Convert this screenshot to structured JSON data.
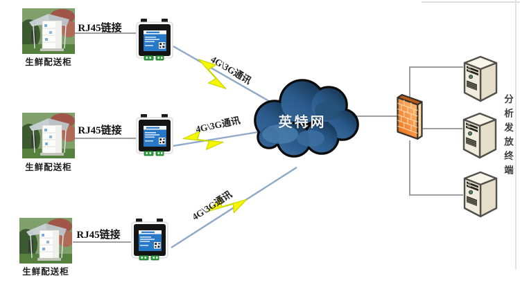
{
  "diagram": {
    "cabinets": [
      {
        "label": "生鲜配送柜"
      },
      {
        "label": "生鲜配送柜"
      },
      {
        "label": "生鲜配送柜"
      }
    ],
    "rj45_links": [
      {
        "label": "RJ45链接"
      },
      {
        "label": "RJ45链接"
      },
      {
        "label": "RJ45链接"
      }
    ],
    "wireless_links": [
      {
        "label": "4G\\3G通讯"
      },
      {
        "label": "4G\\3G通讯"
      },
      {
        "label": "4G\\3G通讯"
      }
    ],
    "cloud": {
      "label": "英特网"
    },
    "terminal": {
      "label": "分析发放终端",
      "server_count": 3
    },
    "icons": {
      "cabinet": "fresh-delivery-cabinet-photo",
      "router": "4g-router-icon",
      "lightning": "wireless-bolt-icon",
      "cloud": "internet-cloud-icon",
      "firewall": "firewall-brick-icon",
      "server": "server-tower-icon"
    },
    "colors": {
      "cloud_fill_dark": "#1c3f63",
      "cloud_fill_light": "#4a7fae",
      "cloud_text": "#eef2f5",
      "bolt_yellow": "#f6f600",
      "link_blue": "#8ea8c8",
      "line_gray": "#9e9e9e",
      "firewall_orange": "#f59140",
      "server_beige": "#f0ebdc",
      "router_label_blue": "#2878c8",
      "terminal_block_green": "#2f9e3f"
    }
  }
}
